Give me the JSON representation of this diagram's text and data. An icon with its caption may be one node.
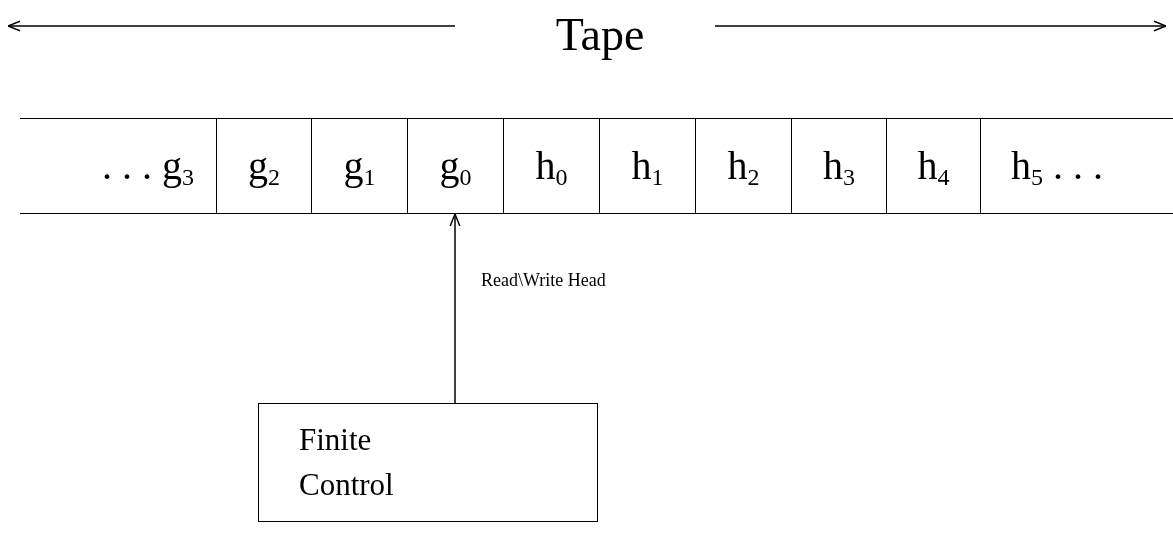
{
  "diagram": {
    "title": "Tape",
    "nodes": [
      {
        "text": [
          ". . . g$_{3}$"
        ]
      },
      {
        "text": [
          "g$_{2}$"
        ]
      },
      {
        "text": [
          "g$_{1}$"
        ]
      },
      {
        "text": [
          "g$_{0}$"
        ]
      },
      {
        "text": [
          "h$_{0}$"
        ]
      },
      {
        "text": [
          "h$_{1}$"
        ]
      },
      {
        "text": [
          "h$_{2}$"
        ]
      },
      {
        "text": [
          "h$_{3}$"
        ]
      },
      {
        "text": [
          "h$_{4}$"
        ]
      },
      {
        "text": [
          "h$_{5}$ . . ."
        ]
      },
      {
        "text": [
          "Finite Control"
        ]
      }
    ],
    "edges": [
      {
        "from": 10,
        "to": 3,
        "arrow": "to",
        "label": "Read\\Write Head"
      }
    ]
  }
}
